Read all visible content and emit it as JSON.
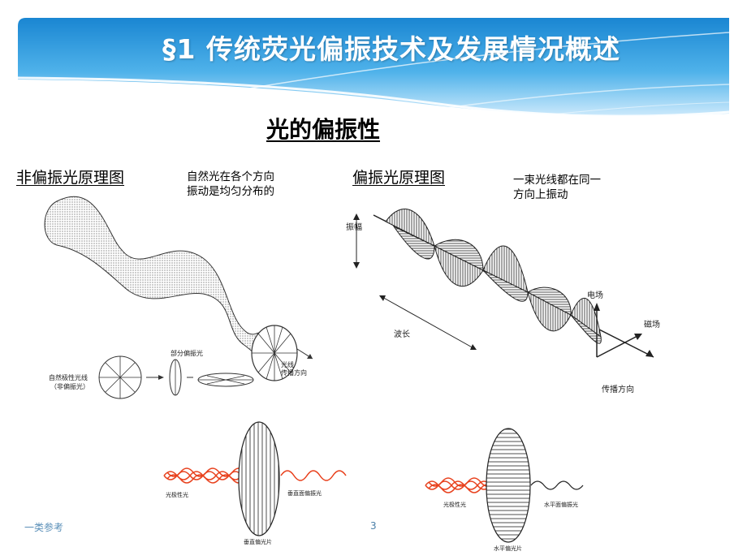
{
  "header": {
    "title": "§1  传统荧光偏振技术及发展情况概述"
  },
  "subtitle": "光的偏振性",
  "left_panel": {
    "heading": "非偏振光原理图",
    "note_lines": [
      "自然光在各个方向",
      "振动是均匀分布的"
    ],
    "labels": {
      "partial": "部分偏振光",
      "natural_line1": "自然极性光线",
      "natural_line2": "（非偏振光）",
      "direction_line1": "光线",
      "direction_line2": "传播方向"
    }
  },
  "right_panel": {
    "heading": "偏振光原理图",
    "note_lines": [
      "一束光线都在同一",
      "方向上振动"
    ],
    "labels": {
      "amplitude": "振幅",
      "wavelength": "波长",
      "electric": "电场",
      "magnetic": "磁场",
      "direction": "传播方向"
    }
  },
  "filters": [
    {
      "input": "光极性光",
      "output": "垂直面偏振光",
      "filter": "垂直偏光片"
    },
    {
      "input": "光极性光",
      "output": "水平面偏振光",
      "filter": "水平偏光片"
    }
  ],
  "footer": {
    "left": "一类参考",
    "page": "3"
  },
  "colors": {
    "banner_top": "#1f8fd8",
    "banner_light": "#bfe4fb",
    "wave": "#e8401c"
  }
}
